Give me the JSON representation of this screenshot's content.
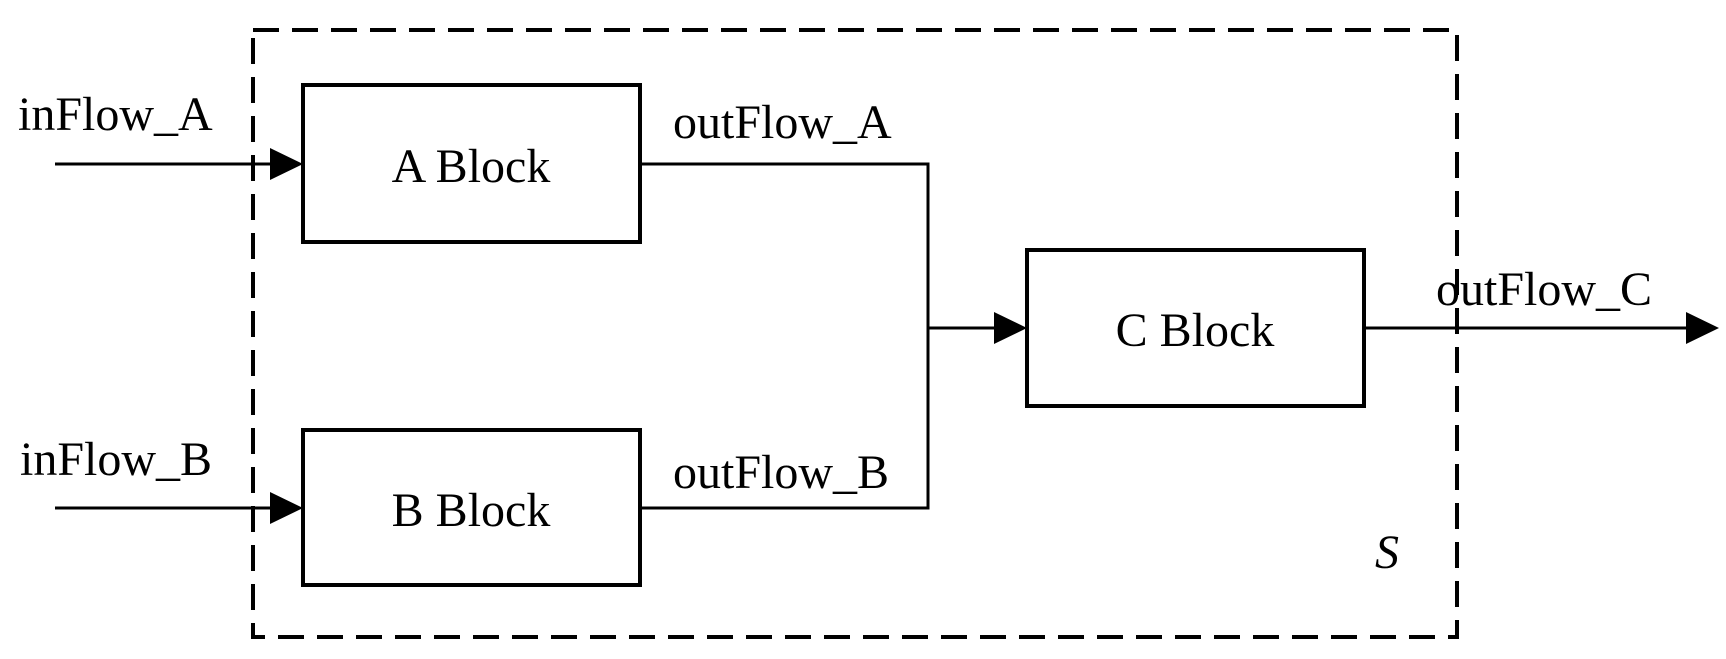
{
  "diagram": {
    "blocks": {
      "a": "A Block",
      "b": "B Block",
      "c": "C Block"
    },
    "flows": {
      "in_a": "inFlow_A",
      "in_b": "inFlow_B",
      "out_a": "outFlow_A",
      "out_b": "outFlow_B",
      "out_c": "outFlow_C"
    },
    "system_label": "S"
  }
}
